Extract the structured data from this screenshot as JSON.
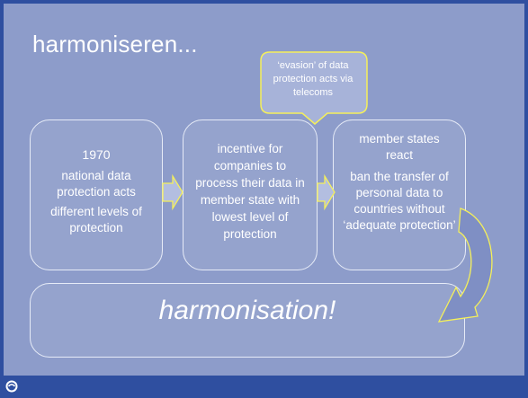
{
  "slide": {
    "title": "harmoniseren...",
    "boxes": {
      "box1": [
        "1970",
        "national data protection acts",
        "different levels of protection"
      ],
      "box2": [
        "incentive for companies to process their data in member state with lowest level of protection"
      ],
      "box3": [
        "member states react",
        "ban the transfer of personal data to countries without ‘adequate protection’"
      ]
    },
    "callout": "‘evasion’ of data protection acts via telecoms",
    "bottom": "harmonisation!"
  },
  "colors": {
    "background": "#8d9cca",
    "frame": "#2f4fa0",
    "arrow_outline": "#f5f05a",
    "text": "#ffffff"
  },
  "icons": {
    "footer": "swirl-logo-icon"
  }
}
